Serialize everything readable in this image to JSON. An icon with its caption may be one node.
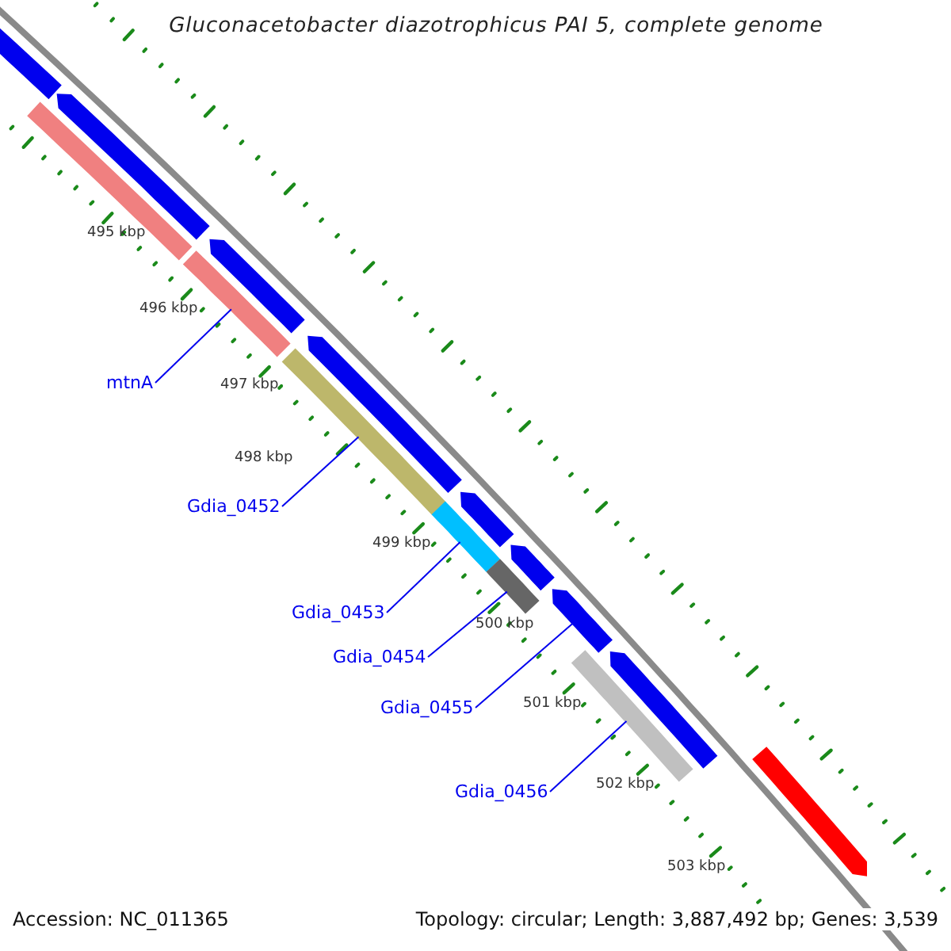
{
  "diagram": {
    "title": "Gluconacetobacter diazotrophicus PAI 5, complete genome",
    "nodes": [
      {
        "text": [
          "mtnA"
        ]
      },
      {
        "text": [
          "Gdia_0452"
        ]
      },
      {
        "text": [
          "Gdia_0453"
        ]
      },
      {
        "text": [
          "Gdia_0454"
        ]
      },
      {
        "text": [
          "Gdia_0455"
        ]
      },
      {
        "text": [
          "Gdia_0456"
        ]
      },
      {
        "text": [],
        "shape": "arrow"
      },
      {
        "text": [],
        "shape": "bar"
      },
      {
        "text": [],
        "shape": "arrow"
      },
      {
        "text": [],
        "shape": "bar"
      },
      {
        "text": [],
        "shape": "arrow"
      },
      {
        "text": [],
        "shape": "bar"
      },
      {
        "text": [],
        "shape": "arrow"
      },
      {
        "text": [],
        "shape": "bar"
      },
      {
        "text": [],
        "shape": "arrow"
      },
      {
        "text": [],
        "shape": "bar"
      },
      {
        "text": [],
        "shape": "arrow"
      },
      {
        "text": [],
        "shape": "arrow"
      },
      {
        "text": [],
        "shape": "bar"
      },
      {
        "text": [],
        "shape": "arrow"
      },
      {
        "text": [],
        "shape": "arrow"
      }
    ],
    "edges": [
      {
        "from": 0,
        "to": 9,
        "arrow": "none"
      },
      {
        "from": 1,
        "to": 11,
        "arrow": "none"
      },
      {
        "from": 2,
        "to": 13,
        "arrow": "none"
      },
      {
        "from": 3,
        "to": 15,
        "arrow": "none"
      },
      {
        "from": 4,
        "to": 17,
        "arrow": "none"
      },
      {
        "from": 5,
        "to": 18,
        "arrow": "none"
      }
    ],
    "labels": [
      "495 kbp",
      "496 kbp",
      "497 kbp",
      "498 kbp",
      "499 kbp",
      "500 kbp",
      "501 kbp",
      "502 kbp",
      "503 kbp",
      "Accession: NC_011365",
      "Topology: circular; Length: 3,887,492 bp; Genes: 3,539"
    ]
  }
}
